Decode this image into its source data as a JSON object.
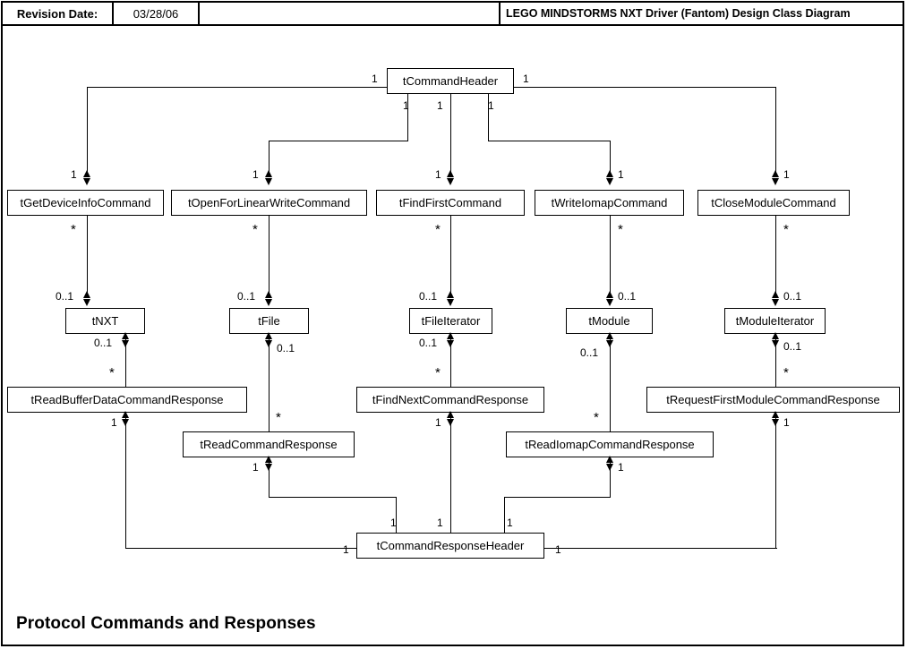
{
  "titlebar": {
    "revision_label": "Revision Date:",
    "revision_value": "03/28/06",
    "diagram_title": "LEGO MINDSTORMS NXT Driver (Fantom) Design Class Diagram"
  },
  "caption": "Protocol Commands and Responses",
  "classes": {
    "command_header": "tCommandHeader",
    "get_device_info_command": "tGetDeviceInfoCommand",
    "open_for_linear_write_command": "tOpenForLinearWriteCommand",
    "find_first_command": "tFindFirstCommand",
    "write_iomap_command": "tWriteIomapCommand",
    "close_module_command": "tCloseModuleCommand",
    "nxt": "tNXT",
    "file": "tFile",
    "file_iterator": "tFileIterator",
    "module": "tModule",
    "module_iterator": "tModuleIterator",
    "read_buffer_data_command_response": "tReadBufferDataCommandResponse",
    "find_next_command_response": "tFindNextCommandResponse",
    "request_first_module_command_response": "tRequestFirstModuleCommandResponse",
    "read_command_response": "tReadCommandResponse",
    "read_iomap_command_response": "tReadIomapCommandResponse",
    "command_response_header": "tCommandResponseHeader"
  },
  "multiplicities": {
    "one": "1",
    "many": "*",
    "zero_or_one": "0..1"
  },
  "colors": {
    "line": "#000000",
    "background": "#ffffff",
    "text": "#000000"
  },
  "diagram_data": {
    "type": "uml-class-diagram",
    "associations": [
      {
        "from": "tCommandHeader",
        "to": "tGetDeviceInfoCommand",
        "from_mult": "1",
        "to_mult": "1",
        "kind": "composition"
      },
      {
        "from": "tCommandHeader",
        "to": "tOpenForLinearWriteCommand",
        "from_mult": "1",
        "to_mult": "1",
        "kind": "composition"
      },
      {
        "from": "tCommandHeader",
        "to": "tFindFirstCommand",
        "from_mult": "1",
        "to_mult": "1",
        "kind": "composition"
      },
      {
        "from": "tCommandHeader",
        "to": "tWriteIomapCommand",
        "from_mult": "1",
        "to_mult": "1",
        "kind": "composition"
      },
      {
        "from": "tCommandHeader",
        "to": "tCloseModuleCommand",
        "from_mult": "1",
        "to_mult": "1",
        "kind": "composition"
      },
      {
        "from": "tGetDeviceInfoCommand",
        "to": "tNXT",
        "from_mult": "*",
        "to_mult": "0..1",
        "kind": "composition"
      },
      {
        "from": "tOpenForLinearWriteCommand",
        "to": "tFile",
        "from_mult": "*",
        "to_mult": "0..1",
        "kind": "composition"
      },
      {
        "from": "tFindFirstCommand",
        "to": "tFileIterator",
        "from_mult": "*",
        "to_mult": "0..1",
        "kind": "composition"
      },
      {
        "from": "tWriteIomapCommand",
        "to": "tModule",
        "from_mult": "*",
        "to_mult": "0..1",
        "kind": "composition"
      },
      {
        "from": "tCloseModuleCommand",
        "to": "tModuleIterator",
        "from_mult": "*",
        "to_mult": "0..1",
        "kind": "composition"
      },
      {
        "from": "tNXT",
        "to": "tReadBufferDataCommandResponse",
        "from_mult": "0..1",
        "to_mult": "*",
        "kind": "composition"
      },
      {
        "from": "tFile",
        "to": "tReadCommandResponse",
        "from_mult": "0..1",
        "to_mult": "*",
        "kind": "composition"
      },
      {
        "from": "tFileIterator",
        "to": "tFindNextCommandResponse",
        "from_mult": "0..1",
        "to_mult": "*",
        "kind": "composition"
      },
      {
        "from": "tModule",
        "to": "tReadIomapCommandResponse",
        "from_mult": "0..1",
        "to_mult": "*",
        "kind": "composition"
      },
      {
        "from": "tModuleIterator",
        "to": "tRequestFirstModuleCommandResponse",
        "from_mult": "0..1",
        "to_mult": "*",
        "kind": "composition"
      },
      {
        "from": "tReadBufferDataCommandResponse",
        "to": "tCommandResponseHeader",
        "from_mult": "1",
        "to_mult": "1",
        "kind": "composition"
      },
      {
        "from": "tReadCommandResponse",
        "to": "tCommandResponseHeader",
        "from_mult": "1",
        "to_mult": "1",
        "kind": "composition"
      },
      {
        "from": "tFindNextCommandResponse",
        "to": "tCommandResponseHeader",
        "from_mult": "1",
        "to_mult": "1",
        "kind": "composition"
      },
      {
        "from": "tReadIomapCommandResponse",
        "to": "tCommandResponseHeader",
        "from_mult": "1",
        "to_mult": "1",
        "kind": "composition"
      },
      {
        "from": "tRequestFirstModuleCommandResponse",
        "to": "tCommandResponseHeader",
        "from_mult": "1",
        "to_mult": "1",
        "kind": "composition"
      }
    ]
  }
}
